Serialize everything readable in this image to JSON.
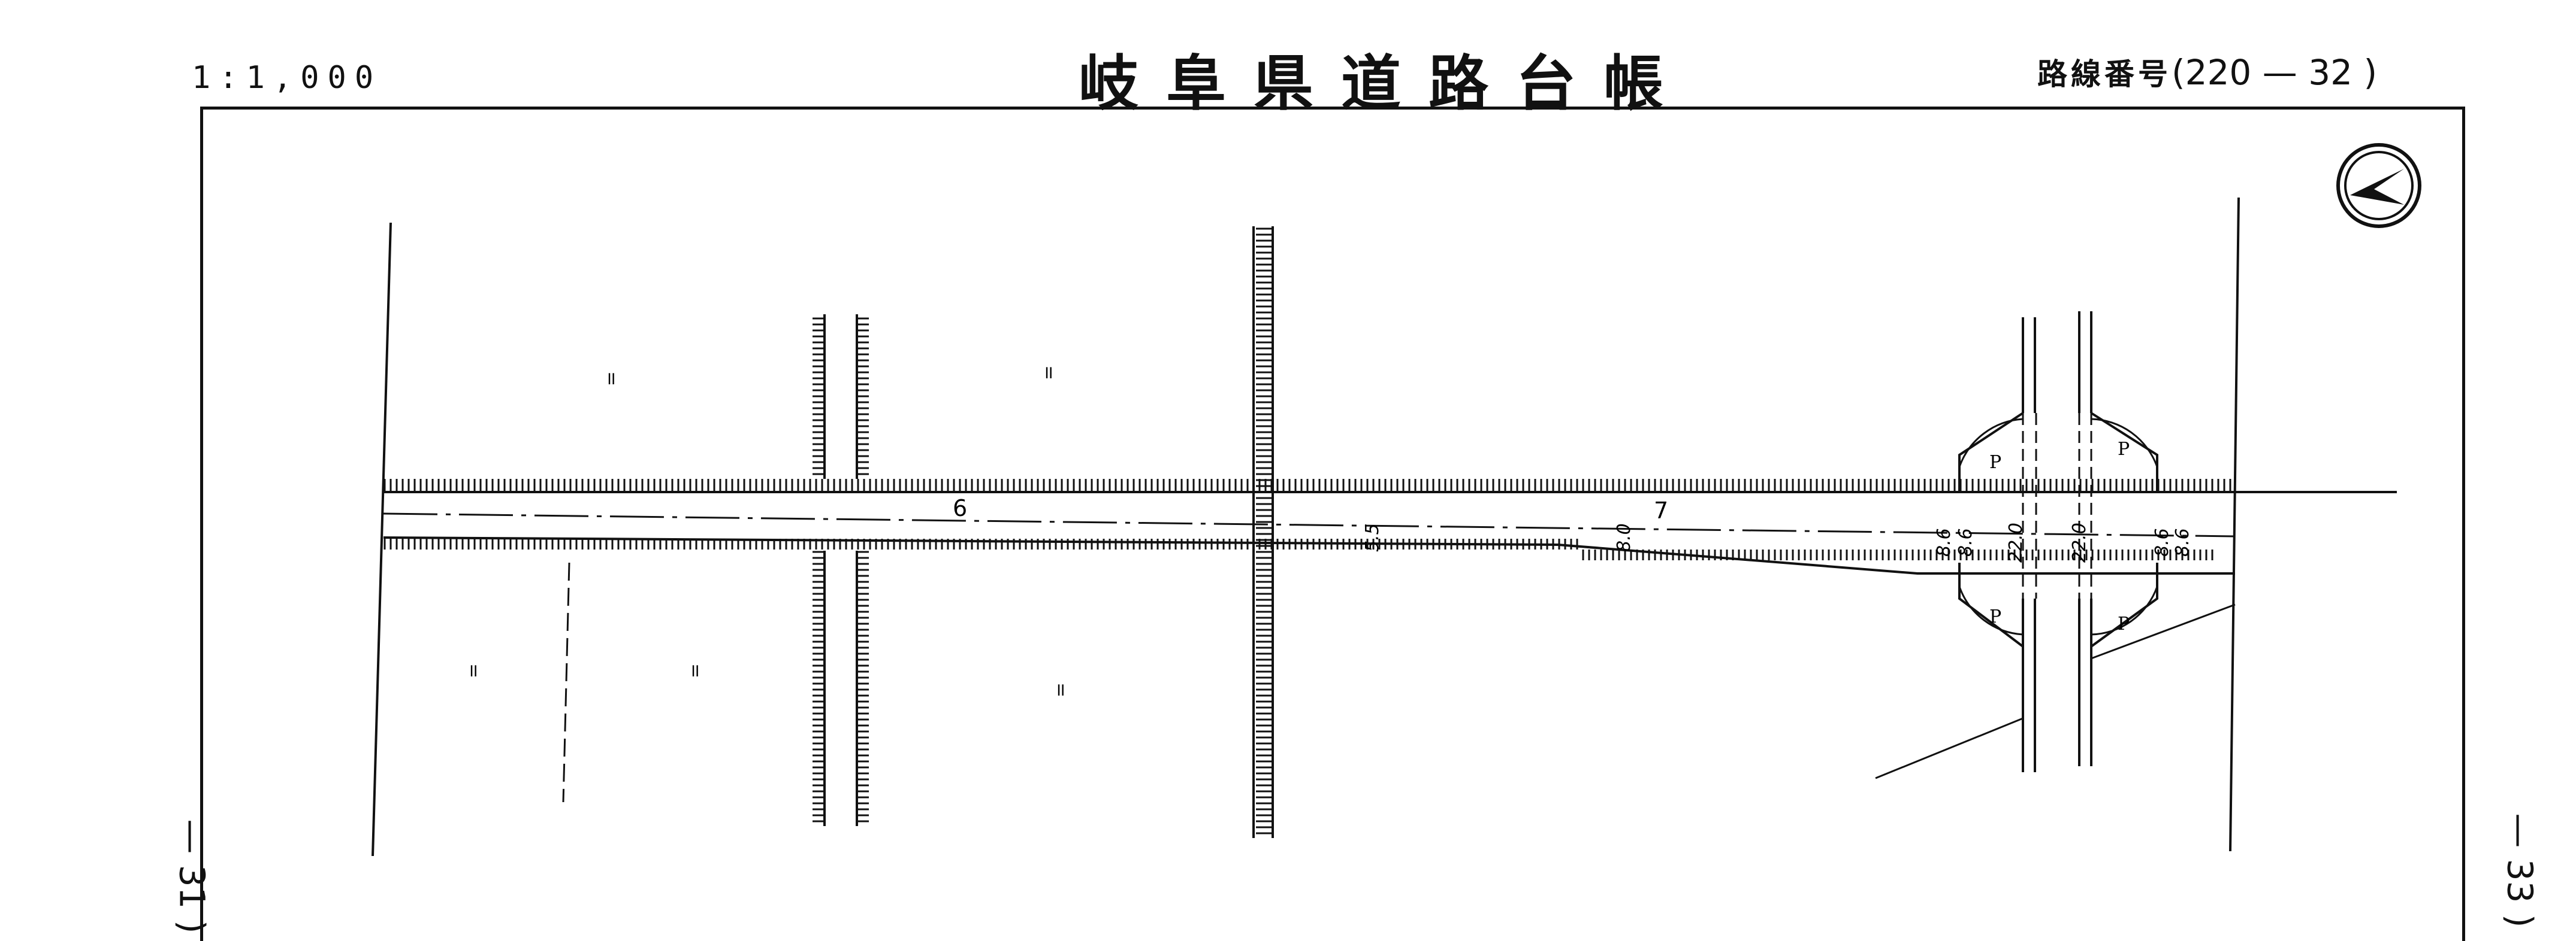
{
  "header": {
    "scale": "1:1,000",
    "title": "岐阜県道路台帳",
    "route_label": "路線番号",
    "route_number": "(220 — 32 )"
  },
  "side_refs": {
    "left": "— 31 )",
    "right": "— 33 )"
  },
  "map": {
    "station_labels": [
      "6",
      "7"
    ],
    "width_labels": [
      "5.5",
      "8.0",
      "8.6",
      "8.6",
      "22.0",
      "22.0",
      "8.6",
      "8.6"
    ],
    "lot_marks": [
      "॥",
      "॥",
      "॥",
      "॥",
      "॥"
    ],
    "parking_marks": [
      "P",
      "P",
      "P",
      "P"
    ],
    "north_arrow": "north-arrow-icon"
  }
}
